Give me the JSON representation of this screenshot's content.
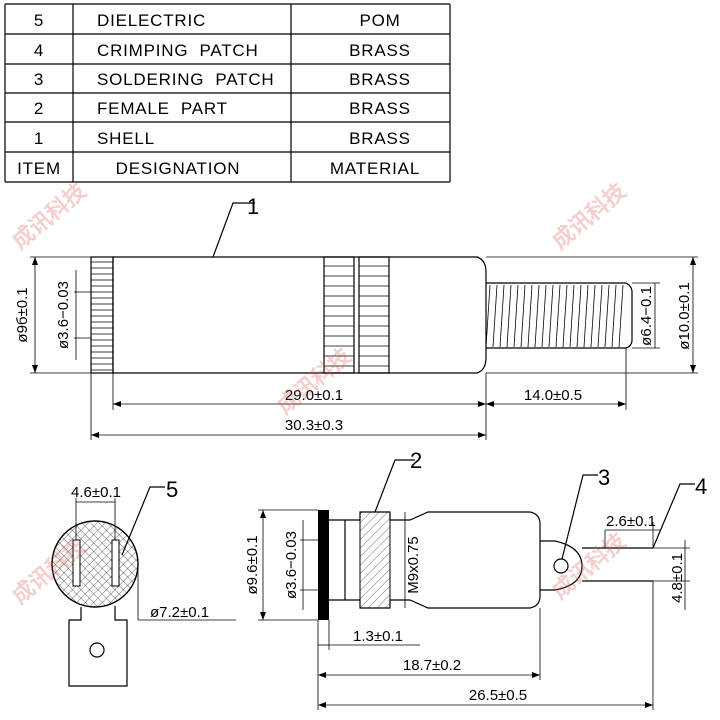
{
  "table": {
    "rows": [
      {
        "item": "5",
        "designation": "DIELECTRIC",
        "material": "POM"
      },
      {
        "item": "4",
        "designation": "CRIMPING  PATCH",
        "material": "BRASS"
      },
      {
        "item": "3",
        "designation": "SOLDERING  PATCH",
        "material": "BRASS"
      },
      {
        "item": "2",
        "designation": "FEMALE  PART",
        "material": "BRASS"
      },
      {
        "item": "1",
        "designation": "SHELL",
        "material": "BRASS"
      }
    ],
    "header": {
      "item": "ITEM",
      "designation": "DESIGNATION",
      "material": "MATERIAL"
    }
  },
  "callouts": {
    "c1": "1",
    "c2": "2",
    "c3": "3",
    "c4": "4",
    "c5": "5"
  },
  "dims": {
    "top_dia_outer": "ø9б±0.1",
    "top_dia_inner": "ø3.6−0.03",
    "top_dia_cable": "ø6.4−0.1",
    "top_dia_right": "ø10.0±0.1",
    "top_len_body": "29.0±0.1",
    "top_len_cable": "14.0±0.5",
    "top_len_total": "30.3±0.3",
    "end_slot": "4.6±0.1",
    "end_dia": "ø7.2±0.1",
    "sec_dia_outer": "ø9.6±0.1",
    "sec_dia_inner": "ø3.6−0.03",
    "sec_thread": "M9x0.75",
    "sec_len_flange": "1.3±0.1",
    "sec_len_mid": "18.7±0.2",
    "sec_len_total": "26.5±0.5",
    "sec_lug_w": "2.6±0.1",
    "sec_lug_h": "4.8±0.1"
  },
  "watermark": "成讯科技"
}
